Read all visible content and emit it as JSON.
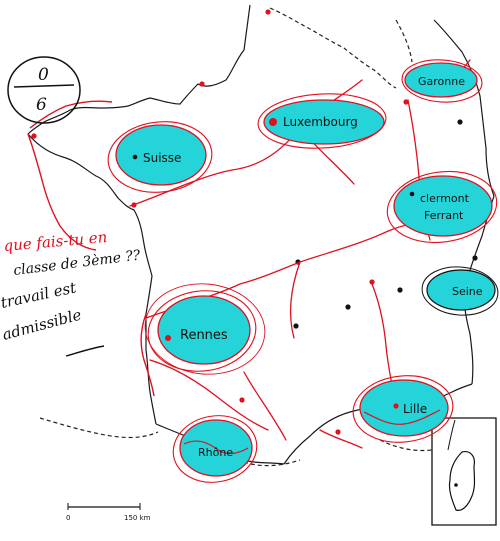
{
  "grade": {
    "numerator": "0",
    "denominator": "6"
  },
  "labels": {
    "suisse": "Suisse",
    "luxembourg": "Luxembourg",
    "garonne": "Garonne",
    "clermont_line1": "clermont",
    "clermont_line2": "Ferrant",
    "seine": "Seine",
    "rennes": "Rennes",
    "lille": "Lille",
    "rhone": "Rhône"
  },
  "comment": {
    "line1": "que fais-tu en",
    "line2": "classe de 3ème ??",
    "line3": "travail est",
    "line4": "admissible"
  },
  "scale": {
    "start": "0",
    "end": "150 km"
  },
  "colors": {
    "bubble": "#24d4d8",
    "ink": "#e01020",
    "outline": "#1a1a1a",
    "border": "#222222"
  }
}
